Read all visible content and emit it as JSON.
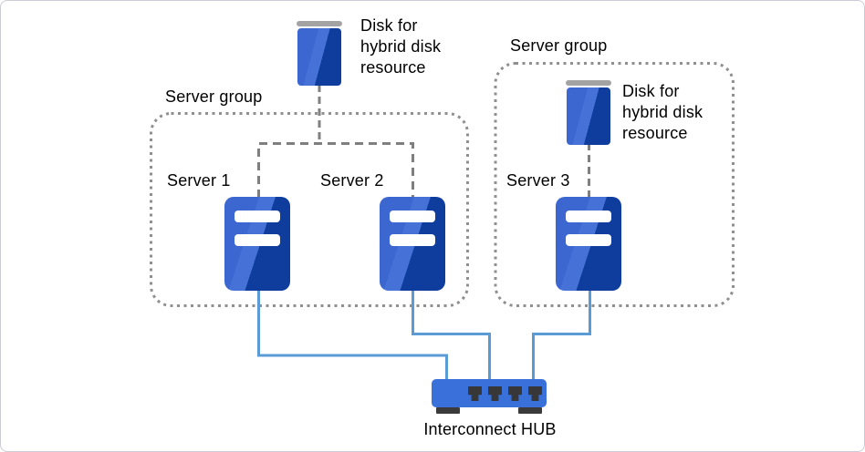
{
  "diagram": {
    "external_disk": {
      "label": "Disk for hybrid disk resource"
    },
    "server_groups": [
      {
        "label": "Server group",
        "servers": [
          {
            "label": "Server 1"
          },
          {
            "label": "Server 2"
          }
        ]
      },
      {
        "label": "Server group",
        "disk": {
          "label": "Disk for hybrid disk resource"
        },
        "servers": [
          {
            "label": "Server 3"
          }
        ]
      }
    ],
    "hub": {
      "label": "Interconnect HUB"
    },
    "colors": {
      "icon_blue_light": "#3C67D0",
      "icon_blue_lighter": "#4672D8",
      "icon_blue_dark": "#0E3D9E",
      "hub_blue": "#3A70D9",
      "port_dark": "#373737",
      "link_blue": "#5B9BD5",
      "connector_gray": "#7F7F7F",
      "group_border_gray": "#8F8F8F",
      "disk_cap_gray": "#A3A3A3"
    }
  }
}
